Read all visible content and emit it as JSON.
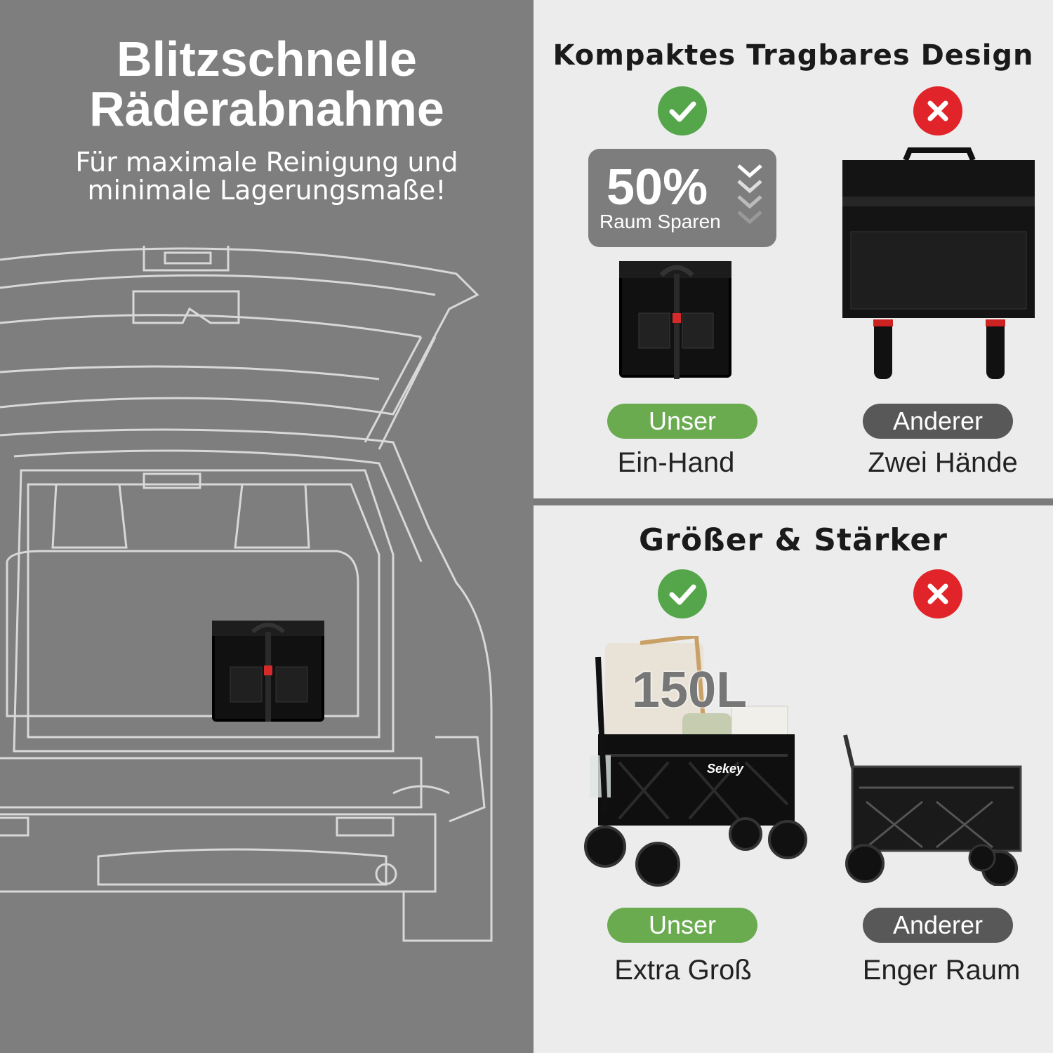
{
  "left_panel": {
    "title_line1": "Blitzschnelle",
    "title_line2": "Räderabnahme",
    "subtitle_line1": "Für maximale Reinigung und",
    "subtitle_line2": "minimale Lagerungsmaße!"
  },
  "compact_section": {
    "heading": "Kompaktes Tragbares Design",
    "savings_percent": "50%",
    "savings_label": "Raum Sparen",
    "ours_label": "Unser",
    "ours_caption": "Ein-Hand",
    "other_label": "Anderer",
    "other_caption": "Zwei Hände"
  },
  "bigger_section": {
    "heading": "Größer & Stärker",
    "volume": "150L",
    "brand": "Sekey",
    "ours_label": "Unser",
    "ours_caption": "Extra Groß",
    "other_label": "Anderer",
    "other_caption": "Enger Raum"
  },
  "colors": {
    "check_green": "#55a64b",
    "cross_red": "#e0242a",
    "pill_green": "#6bab50",
    "pill_dark": "#585858"
  },
  "icons": [
    "check-icon",
    "close-icon",
    "chevron-down-icon"
  ]
}
